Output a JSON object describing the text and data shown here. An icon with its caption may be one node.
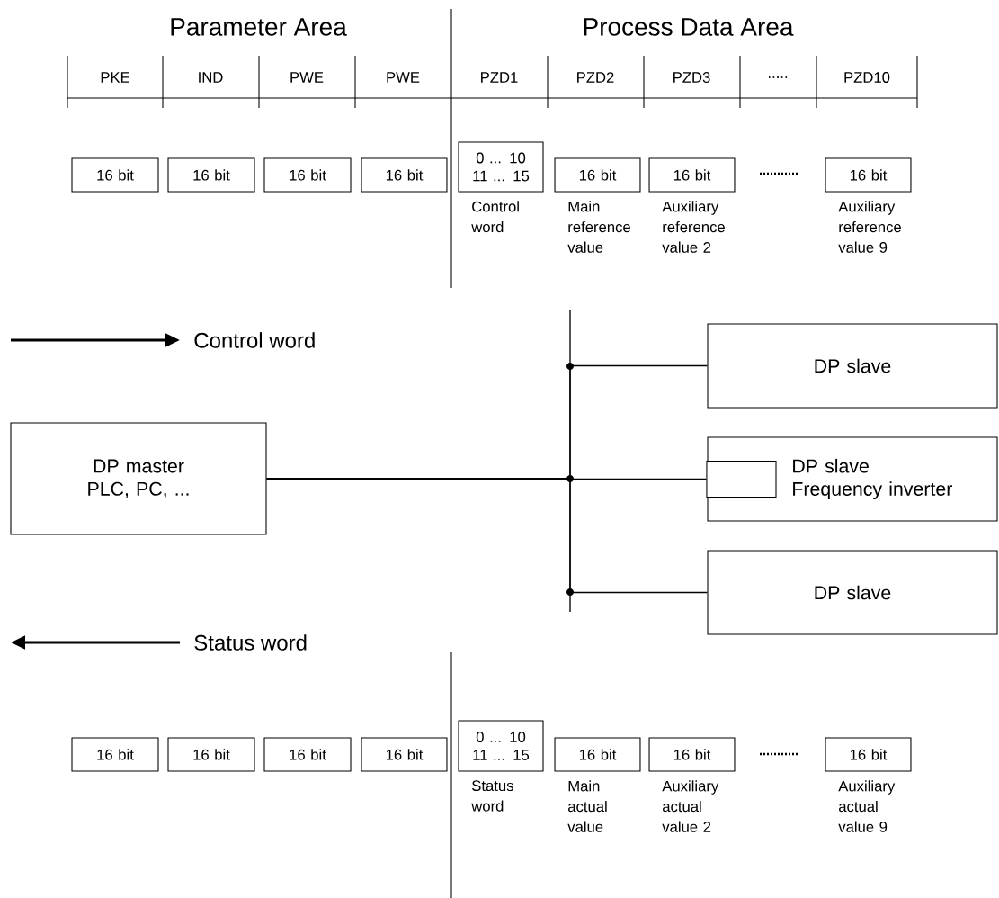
{
  "diagram": {
    "nodes": [
      {
        "text": [
          "16 bit"
        ]
      },
      {
        "text": [
          "16 bit"
        ]
      },
      {
        "text": [
          "16 bit"
        ]
      },
      {
        "text": [
          "16 bit"
        ]
      },
      {
        "text": [
          "0 ... 10 11 ... 15"
        ],
        "beside": [
          "Control word"
        ]
      },
      {
        "text": [
          "16 bit"
        ],
        "beside": [
          "Main reference value"
        ]
      },
      {
        "text": [
          "16 bit"
        ],
        "beside": [
          "Auxiliary reference value 2"
        ]
      },
      {
        "text": [
          "16 bit"
        ],
        "beside": [
          "Auxiliary reference value 9"
        ]
      },
      {
        "text": [
          "DP master PLC, PC, ..."
        ]
      },
      {
        "text": [
          "DP slave"
        ]
      },
      {
        "text": [
          "DP slave",
          "Frequency inverter"
        ]
      },
      {
        "text": [],
        "shape": "box",
        "in": 10
      },
      {
        "text": [
          "DP slave"
        ]
      },
      {
        "text": [
          "16 bit"
        ]
      },
      {
        "text": [
          "16 bit"
        ]
      },
      {
        "text": [
          "16 bit"
        ]
      },
      {
        "text": [
          "16 bit"
        ]
      },
      {
        "text": [
          "0 ... 10 11 ... 15"
        ],
        "beside": [
          "Status word"
        ]
      },
      {
        "text": [
          "16 bit"
        ],
        "beside": [
          "Main actual value"
        ]
      },
      {
        "text": [
          "16 bit"
        ],
        "beside": [
          "Auxiliary actual value 2"
        ]
      },
      {
        "text": [
          "16 bit"
        ],
        "beside": [
          "Auxiliary actual value 9"
        ]
      }
    ],
    "edges": [
      {
        "from": 8,
        "to": 9,
        "arrow": "none"
      },
      {
        "from": 8,
        "to": 11,
        "arrow": "none"
      },
      {
        "from": 8,
        "to": 12,
        "arrow": "none"
      }
    ],
    "labels": [
      "Parameter Area",
      "Process Data Area",
      "PKE",
      "IND",
      "PWE",
      "PWE",
      "PZD1",
      "PZD2",
      "PZD3",
      ".....",
      "PZD10",
      "Control word",
      "Status word"
    ]
  }
}
